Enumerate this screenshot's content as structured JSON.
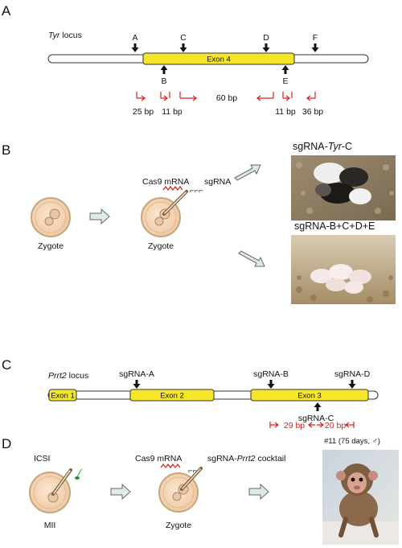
{
  "panel_a": {
    "letter": "A",
    "locus_name": "Tyr",
    "locus_suffix": " locus",
    "exon_label": "Exon 4",
    "sites_top": [
      "A",
      "C",
      "D",
      "F"
    ],
    "sites_bottom": [
      "B",
      "E"
    ],
    "distances": [
      "25 bp",
      "11 bp",
      "60 bp",
      "11 bp",
      "36 bp"
    ]
  },
  "panel_b": {
    "letter": "B",
    "cas9": "Cas9 mRNA",
    "sgrna": "sgRNA",
    "zygote_left": "Zygote",
    "zygote_right": "Zygote",
    "result_top_prefix": "sgRNA-",
    "result_top_gene": "Tyr",
    "result_top_suffix": "-C",
    "result_bottom": "sgRNA-B+C+D+E"
  },
  "panel_c": {
    "letter": "C",
    "locus_name": "Prrt2",
    "locus_suffix": " locus",
    "exons": [
      "Exon 1",
      "Exon 2",
      "Exon 3"
    ],
    "sg_a": "sgRNA-A",
    "sg_b": "sgRNA-B",
    "sg_c": "sgRNA-C",
    "sg_d": "sgRNA-D",
    "distances": [
      "29 bp",
      "20 bp"
    ]
  },
  "panel_d": {
    "letter": "D",
    "icsi": "ICSI",
    "mii": "MII",
    "cas9": "Cas9 mRNA",
    "cocktail_prefix": "sgRNA-",
    "cocktail_gene": "Prrt2",
    "cocktail_suffix": " cocktail",
    "zygote": "Zygote",
    "monkey_caption": "#11 (75 days, ♂)"
  },
  "colors": {
    "exon": "#f5e62a",
    "arrow_red": "#d62020",
    "block_arrow": "#dcebe6"
  }
}
